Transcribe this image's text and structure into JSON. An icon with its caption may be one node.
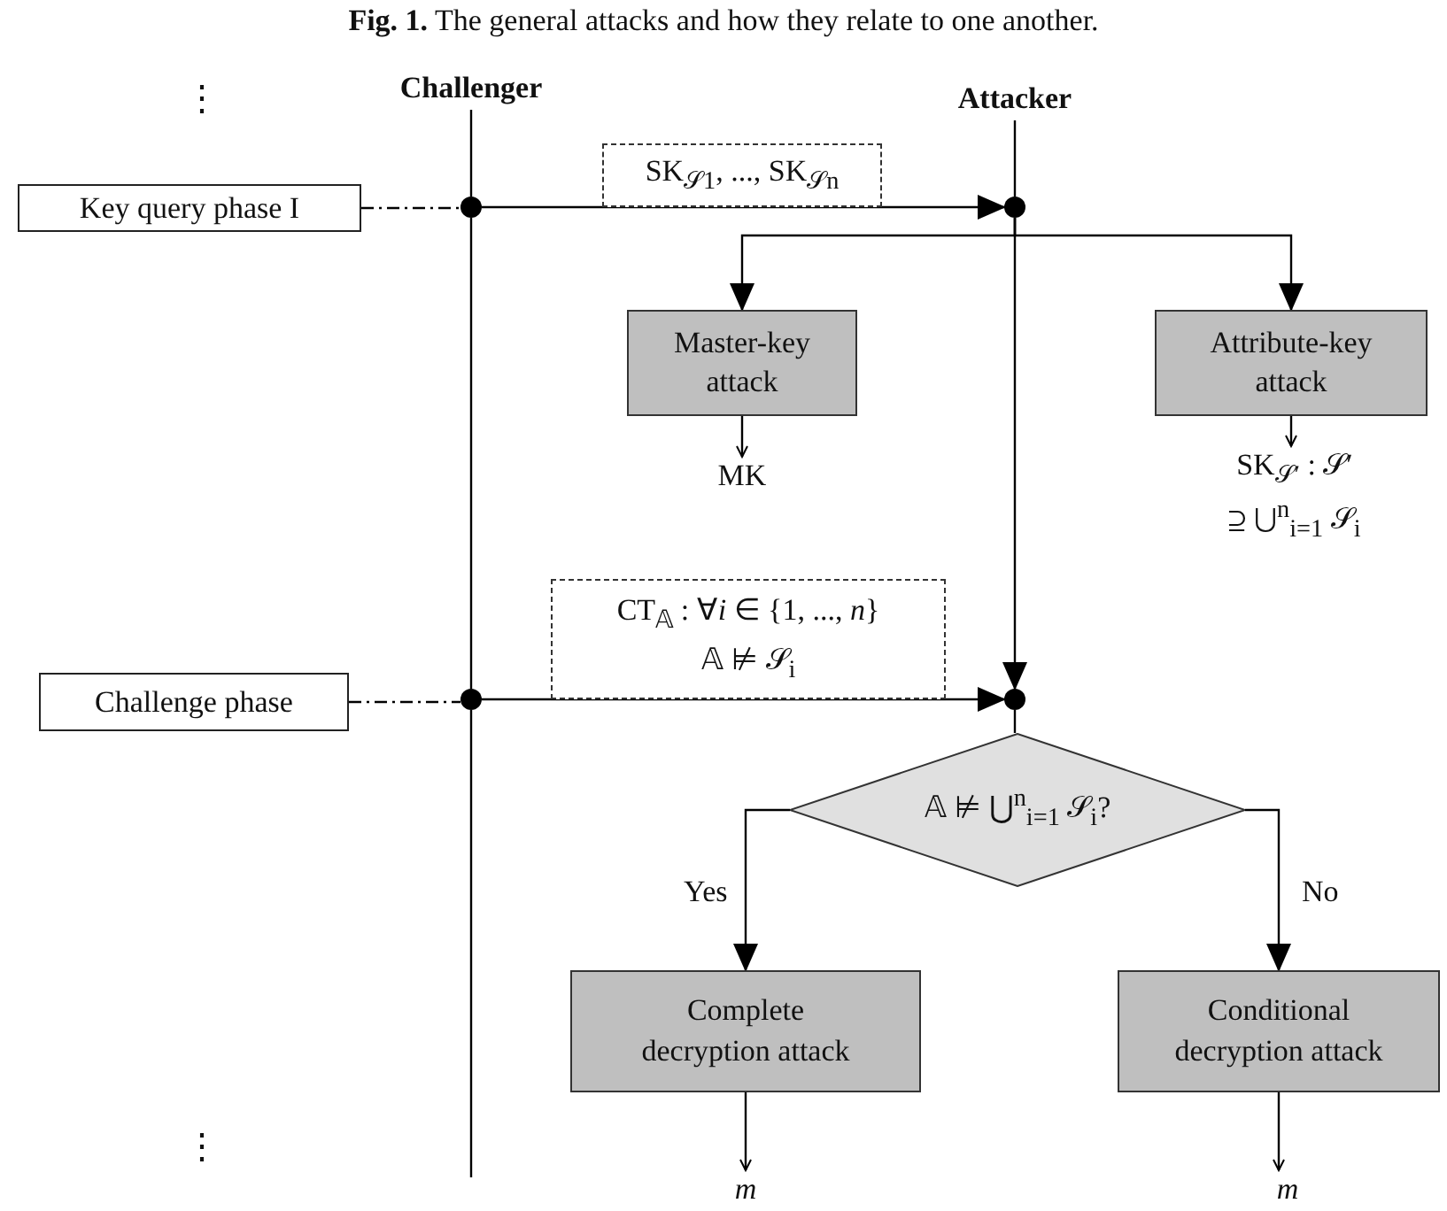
{
  "diagram": {
    "title": "**Fig. 1.** The general attacks and how they relate to one another.",
    "nodes": [
      {
        "text": [
          "Challenger"
        ]
      },
      {
        "text": [
          "Attacker"
        ]
      },
      {
        "text": [
          "Key query phase I"
        ]
      },
      {
        "text": [],
        "shape": "circle"
      },
      {
        "text": [],
        "shape": "circle"
      },
      {
        "text": [
          "Master-key attack"
        ]
      },
      {
        "text": [
          "Attribute-key attack"
        ]
      },
      {
        "text": [
          "MK"
        ]
      },
      {
        "text": [
          "SK$_{𝒮′}$ : 𝒮′ ⊇ ⋃$^{n}$$_{i=1}$ 𝒮$_{i}$"
        ]
      },
      {
        "text": [
          "Challenge phase"
        ]
      },
      {
        "text": [],
        "shape": "circle"
      },
      {
        "text": [],
        "shape": "circle"
      },
      {
        "text": [
          "𝔸 ⊭ ⋃$^{n}$$_{i=1}$ 𝒮$_{i}$?"
        ]
      },
      {
        "text": [
          "Complete decryption attack"
        ]
      },
      {
        "text": [
          "Conditional decryption attack"
        ]
      },
      {
        "text": [
          "*m*"
        ]
      },
      {
        "text": [
          "*m*"
        ]
      }
    ],
    "edges": [
      {
        "from": 0,
        "to": 3,
        "arrow": "none"
      },
      {
        "from": 3,
        "to": 10,
        "arrow": "none"
      },
      {
        "from": 10,
        "to": null,
        "arrow": "none"
      },
      {
        "from": 1,
        "to": 4,
        "arrow": "none"
      },
      {
        "from": 2,
        "to": 3,
        "arrow": "none",
        "style": "dashed"
      },
      {
        "from": 3,
        "to": 4,
        "arrow": "to",
        "label": "SK$_{𝒮1}$, ..., SK$_{𝒮n}$"
      },
      {
        "from": 4,
        "to": 5,
        "arrow": "to"
      },
      {
        "from": 4,
        "to": 6,
        "arrow": "to"
      },
      {
        "from": 5,
        "to": 7,
        "arrow": "to"
      },
      {
        "from": 6,
        "to": 8,
        "arrow": "to"
      },
      {
        "from": 4,
        "to": 11,
        "arrow": "to"
      },
      {
        "from": 9,
        "to": 10,
        "arrow": "none",
        "style": "dashed"
      },
      {
        "from": 10,
        "to": 11,
        "arrow": "to",
        "label": "CT$_{𝔸}$ : ∀*i* ∈ {1, ..., *n*} 𝔸 ⊭ 𝒮$_{i}$"
      },
      {
        "from": 11,
        "to": 12,
        "arrow": "none"
      },
      {
        "from": 12,
        "to": 13,
        "arrow": "to",
        "label": "Yes"
      },
      {
        "from": 12,
        "to": 14,
        "arrow": "to",
        "label": "No"
      },
      {
        "from": 13,
        "to": 15,
        "arrow": "to"
      },
      {
        "from": 14,
        "to": 16,
        "arrow": "to"
      }
    ],
    "labels": [
      "⋮",
      "⋮"
    ]
  }
}
